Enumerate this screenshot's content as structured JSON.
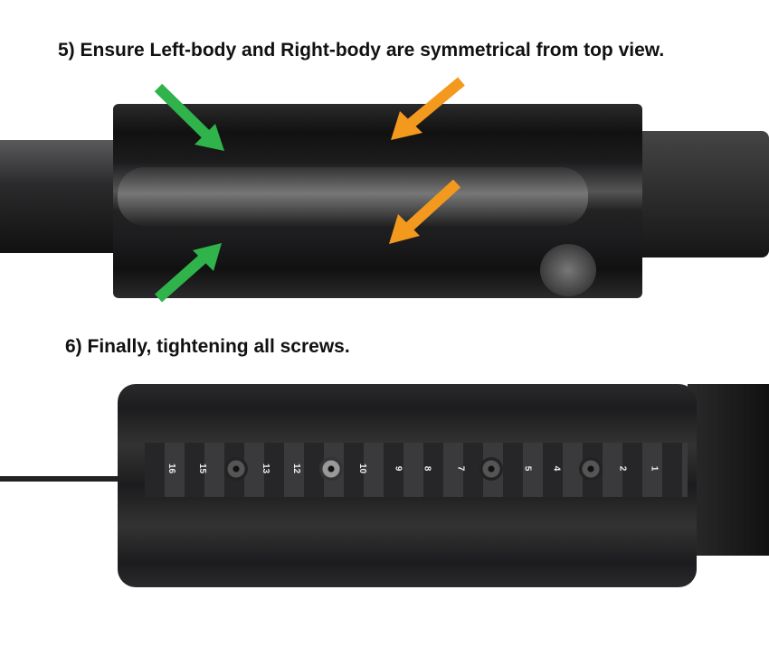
{
  "steps": [
    {
      "label": "5) Ensure Left-body and Right-body are symmetrical from top view."
    },
    {
      "label": "6) Finally, tightening all screws."
    }
  ],
  "rail_numbers": [
    "16",
    "15",
    "13",
    "12",
    "10",
    "9",
    "8",
    "7",
    "5",
    "4",
    "2",
    "1"
  ],
  "colors": {
    "green_arrow": "#2fb34a",
    "orange_arrow": "#f39a1e",
    "handguard": "#1c1c1e",
    "barrel": "#3a3a3c"
  }
}
